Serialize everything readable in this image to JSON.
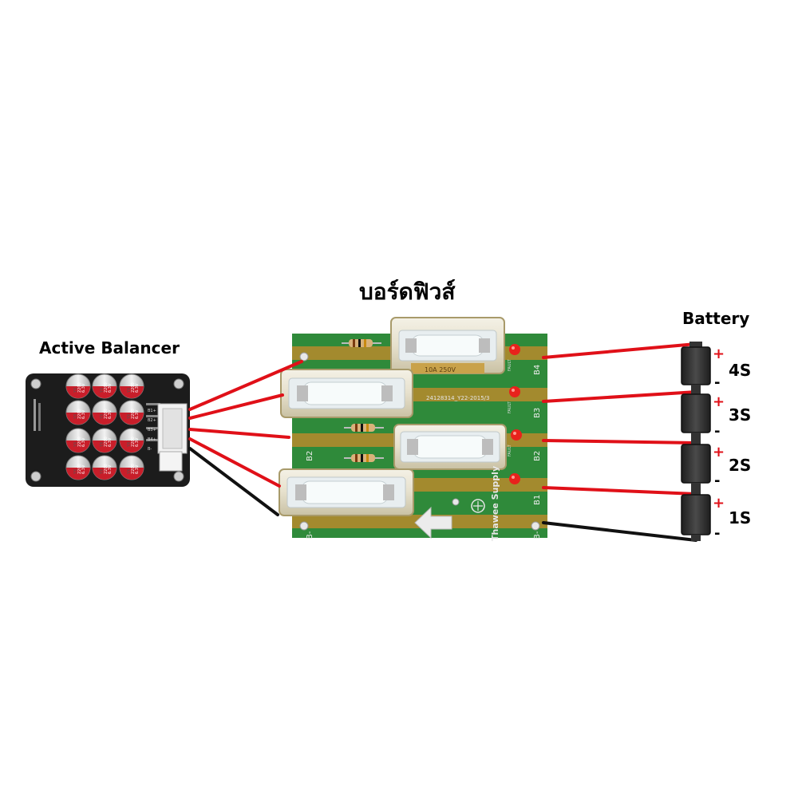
{
  "labels": {
    "balancer": "Active Balancer",
    "fuse_board": "บอร์ดฟิวส์",
    "battery": "Battery"
  },
  "fuse_board": {
    "pin_labels_right": [
      "B4",
      "B3",
      "B2",
      "B1",
      "B-"
    ],
    "pin_labels_left": [
      "B2",
      "B-"
    ],
    "brand": "Thawee Supply",
    "part_code": "24128314_Y22-2015/3",
    "led_label": "FAULT",
    "fuse_rating": "10A 250V"
  },
  "balancer_board": {
    "capacitor_text": [
      "YX",
      "2200",
      "6.3V"
    ],
    "connector_pins": [
      "B1+",
      "B2+",
      "B3+",
      "B4+",
      "B-"
    ]
  },
  "cells": [
    {
      "name": "4S",
      "plus": "+",
      "minus": "-"
    },
    {
      "name": "3S",
      "plus": "+",
      "minus": "-"
    },
    {
      "name": "2S",
      "plus": "+",
      "minus": "-"
    },
    {
      "name": "1S",
      "plus": "+",
      "minus": "-"
    }
  ],
  "colors": {
    "positive_wire": "#e01018",
    "negative_wire": "#111111",
    "pcb_green": "#2f8a3a",
    "copper": "#b0892e",
    "balancer_board": "#1c1c1c",
    "plus_sign": "#e01018"
  }
}
